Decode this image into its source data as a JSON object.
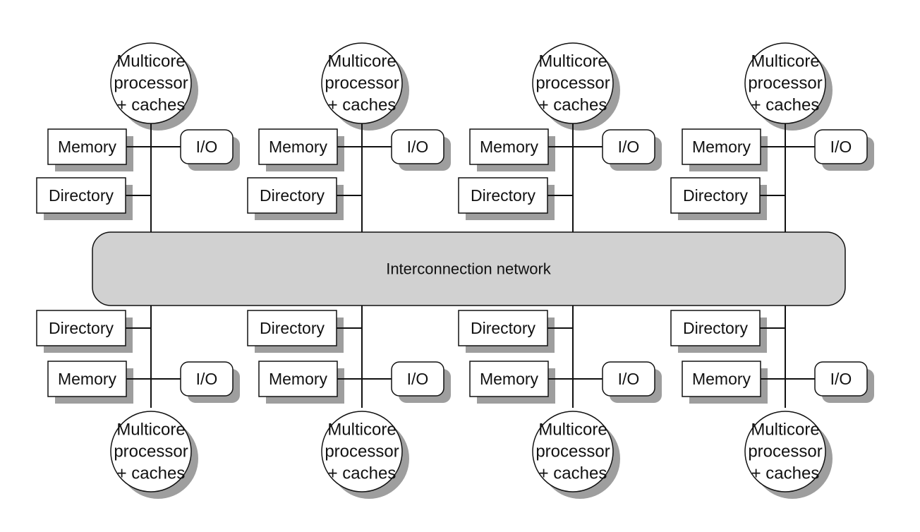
{
  "diagram": {
    "network_label": "Interconnection network",
    "node_labels": {
      "processor": [
        "Multicore",
        "processor",
        "+ caches"
      ],
      "memory": "Memory",
      "io": "I/O",
      "directory": "Directory"
    },
    "colors": {
      "network_fill": "#d1d1d1",
      "shadow": "#9e9e9e",
      "stroke": "#111111",
      "box_fill": "#ffffff"
    },
    "layout_rows": [
      "top",
      "bottom"
    ],
    "nodes_per_row": 4
  }
}
